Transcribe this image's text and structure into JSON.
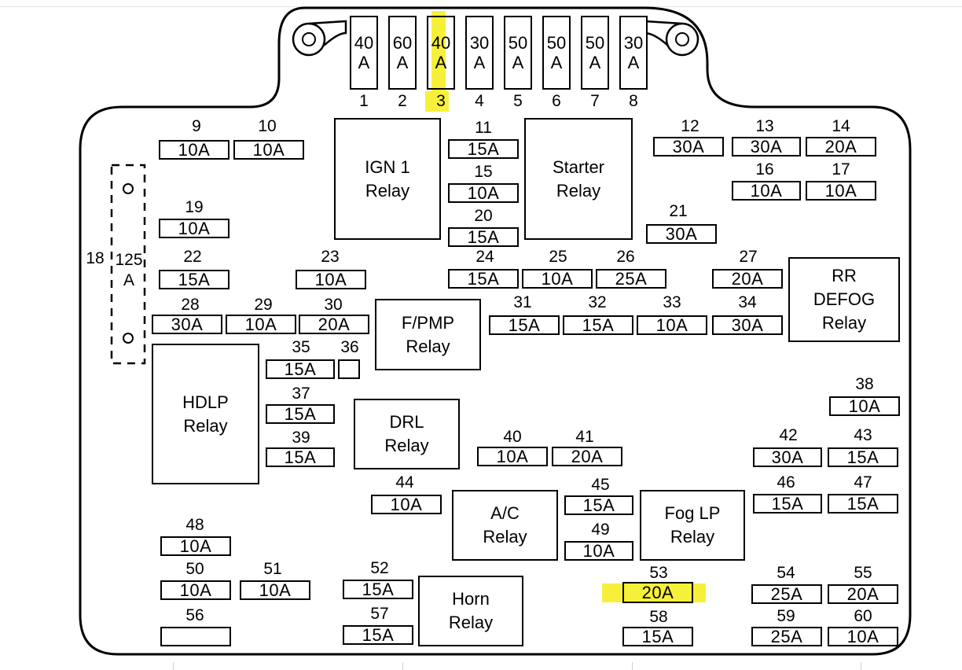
{
  "maxi_fuses": [
    {
      "num": "1",
      "rating": "40\nA"
    },
    {
      "num": "2",
      "rating": "60\nA"
    },
    {
      "num": "3",
      "rating": "40\nA"
    },
    {
      "num": "4",
      "rating": "30\nA"
    },
    {
      "num": "5",
      "rating": "50\nA"
    },
    {
      "num": "6",
      "rating": "50\nA"
    },
    {
      "num": "7",
      "rating": "50\nA"
    },
    {
      "num": "8",
      "rating": "30\nA"
    }
  ],
  "fuses": {
    "f9": {
      "num": "9",
      "rating": "10A"
    },
    "f10": {
      "num": "10",
      "rating": "10A"
    },
    "f11": {
      "num": "11",
      "rating": "15A"
    },
    "f12": {
      "num": "12",
      "rating": "30A"
    },
    "f13": {
      "num": "13",
      "rating": "30A"
    },
    "f14": {
      "num": "14",
      "rating": "20A"
    },
    "f15": {
      "num": "15",
      "rating": "10A"
    },
    "f16": {
      "num": "16",
      "rating": "10A"
    },
    "f17": {
      "num": "17",
      "rating": "10A"
    },
    "f19": {
      "num": "19",
      "rating": "10A"
    },
    "f20": {
      "num": "20",
      "rating": "15A"
    },
    "f21": {
      "num": "21",
      "rating": "30A"
    },
    "f22": {
      "num": "22",
      "rating": "15A"
    },
    "f23": {
      "num": "23",
      "rating": "10A"
    },
    "f24": {
      "num": "24",
      "rating": "15A"
    },
    "f25": {
      "num": "25",
      "rating": "10A"
    },
    "f26": {
      "num": "26",
      "rating": "25A"
    },
    "f27": {
      "num": "27",
      "rating": "20A"
    },
    "f28": {
      "num": "28",
      "rating": "30A"
    },
    "f29": {
      "num": "29",
      "rating": "10A"
    },
    "f30": {
      "num": "30",
      "rating": "20A"
    },
    "f31": {
      "num": "31",
      "rating": "15A"
    },
    "f32": {
      "num": "32",
      "rating": "15A"
    },
    "f33": {
      "num": "33",
      "rating": "10A"
    },
    "f34": {
      "num": "34",
      "rating": "30A"
    },
    "f35": {
      "num": "35",
      "rating": "15A"
    },
    "f36": {
      "num": "36",
      "rating": ""
    },
    "f37": {
      "num": "37",
      "rating": "15A"
    },
    "f38": {
      "num": "38",
      "rating": "10A"
    },
    "f39": {
      "num": "39",
      "rating": "15A"
    },
    "f40": {
      "num": "40",
      "rating": "10A"
    },
    "f41": {
      "num": "41",
      "rating": "20A"
    },
    "f42": {
      "num": "42",
      "rating": "30A"
    },
    "f43": {
      "num": "43",
      "rating": "15A"
    },
    "f44": {
      "num": "44",
      "rating": "10A"
    },
    "f45": {
      "num": "45",
      "rating": "15A"
    },
    "f46": {
      "num": "46",
      "rating": "15A"
    },
    "f47": {
      "num": "47",
      "rating": "15A"
    },
    "f48": {
      "num": "48",
      "rating": "10A"
    },
    "f49": {
      "num": "49",
      "rating": "10A"
    },
    "f50": {
      "num": "50",
      "rating": "10A"
    },
    "f51": {
      "num": "51",
      "rating": "10A"
    },
    "f52": {
      "num": "52",
      "rating": "15A"
    },
    "f53": {
      "num": "53",
      "rating": "20A"
    },
    "f54": {
      "num": "54",
      "rating": "25A"
    },
    "f55": {
      "num": "55",
      "rating": "20A"
    },
    "f56": {
      "num": "56",
      "rating": ""
    },
    "f57": {
      "num": "57",
      "rating": "15A"
    },
    "f58": {
      "num": "58",
      "rating": "15A"
    },
    "f59": {
      "num": "59",
      "rating": "25A"
    },
    "f60": {
      "num": "60",
      "rating": "10A"
    }
  },
  "fuse18": {
    "num": "18",
    "rating": "125\nA"
  },
  "relays": {
    "ign1": "IGN 1\nRelay",
    "starter": "Starter\nRelay",
    "rr_defog": "RR\nDEFOG\nRelay",
    "fpmp": "F/PMP\nRelay",
    "hdlp": "HDLP\nRelay",
    "drl": "DRL\nRelay",
    "ac": "A/C\nRelay",
    "foglp": "Fog LP\nRelay",
    "horn": "Horn\nRelay"
  },
  "highlight_color": "#f6f03a"
}
